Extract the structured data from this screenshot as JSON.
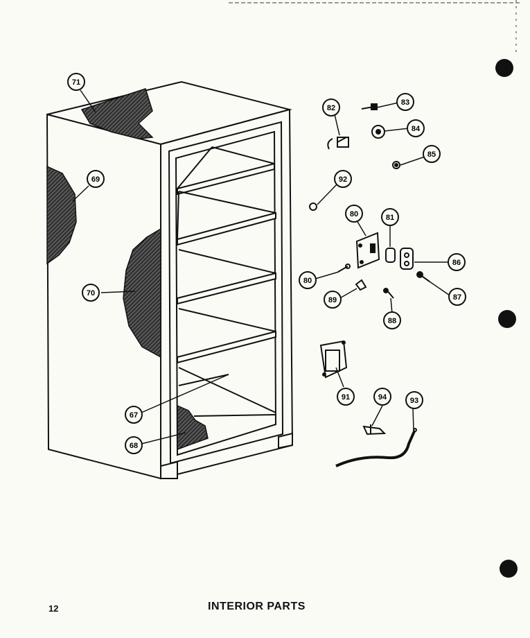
{
  "page": {
    "number": "12",
    "title": "INTERIOR PARTS"
  },
  "colors": {
    "ink": "#111111",
    "paper": "#fbfbf6",
    "hatch": "#2a2a2a"
  },
  "callouts": {
    "c71": "71",
    "c69": "69",
    "c70": "70",
    "c67": "67",
    "c68": "68",
    "c82a": "82",
    "c83": "83",
    "c84": "84",
    "c85": "85",
    "c92": "92",
    "c80a": "80",
    "c81": "81",
    "c86": "86",
    "c80b": "80",
    "c87": "87",
    "c89": "89",
    "c88": "88",
    "c91": "91",
    "c94": "94",
    "c93": "93"
  }
}
